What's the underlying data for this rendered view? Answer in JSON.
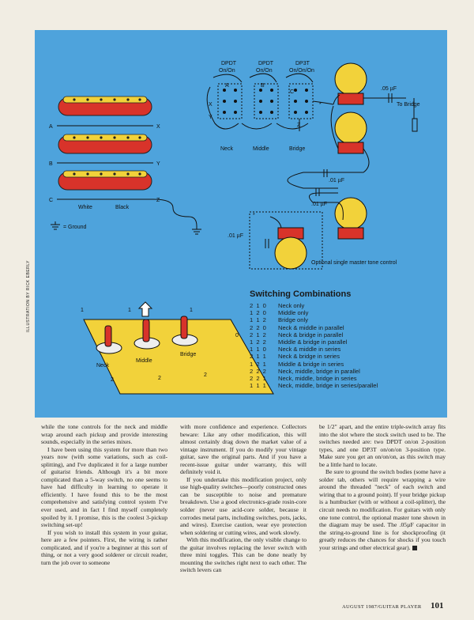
{
  "illustration": {
    "credit": "ILLUSTRATION BY RICK EBERLY",
    "pickup_letters": {
      "left": [
        "A",
        "B",
        "C"
      ],
      "right": [
        "X",
        "Y",
        "Z"
      ]
    },
    "wire_labels": {
      "white": "White",
      "black": "Black"
    },
    "ground_legend": "= Ground",
    "switch_headers": [
      {
        "type": "DPDT",
        "mode": "On/On"
      },
      {
        "type": "DPDT",
        "mode": "On/On"
      },
      {
        "type": "DP3T",
        "mode": "On/On/On"
      }
    ],
    "switch_names": [
      "Neck",
      "Middle",
      "Bridge"
    ],
    "terminal_letters": [
      "A",
      "B",
      "C",
      "X",
      "Y",
      "Z"
    ],
    "capacitors": [
      ".05 µF",
      ".01 µF",
      ".01 µF",
      ".01 µF"
    ],
    "to_bridge": "To Bridge",
    "optional_tone": "Optional single master tone control",
    "asterisk": "*",
    "panel_numbers": [
      "1",
      "1",
      "1",
      "0",
      "2",
      "2",
      "2"
    ],
    "panel_labels": [
      "Neck",
      "Middle",
      "Bridge"
    ]
  },
  "switching_combinations": {
    "title": "Switching Combinations",
    "rows": [
      {
        "code": "2 1 0",
        "desc": "Neck only"
      },
      {
        "code": "1 2 0",
        "desc": "Middle only"
      },
      {
        "code": "1 1 2",
        "desc": "Bridge only"
      },
      {
        "code": "2 2 0",
        "desc": "Neck & middle in parallel"
      },
      {
        "code": "2 1 2",
        "desc": "Neck & bridge in parallel"
      },
      {
        "code": "1 2 2",
        "desc": "Middle & bridge in parallel"
      },
      {
        "code": "1 1 0",
        "desc": "Neck & middle in series"
      },
      {
        "code": "2 1 1",
        "desc": "Neck & bridge in series"
      },
      {
        "code": "1 2 1",
        "desc": "Middle & bridge in series"
      },
      {
        "code": "2 2 2",
        "desc": "Neck, middle, bridge in parallel"
      },
      {
        "code": "2 2 1",
        "desc": "Neck, middle, bridge in series"
      },
      {
        "code": "1 1 1",
        "desc": "Neck, middle, bridge in series/parallel"
      }
    ]
  },
  "article": {
    "col1": [
      "while the tone controls for the neck and middle wrap around each pickup and provide interesting sounds, especially in the series mixes.",
      "I have been using this system for more than two years now (with some variations, such as coil-splitting), and I've duplicated it for a large number of guitarist friends. Although it's a bit more complicated than a 5-way switch, no one seems to have had difficulty in learning to operate it efficiently. I have found this to be the most comprehensive and satisfying control system I've ever used, and in fact I find myself completely spoiled by it. I promise, this is the coolest 3-pickup switching set-up!",
      "If you wish to install this system in your guitar, here are a few pointers. First, the wiring is rather complicated, and if you're a beginner at this sort of thing, or not a very good solderer or circuit reader, turn the job over to someone"
    ],
    "col2": [
      "with more confidence and experience. Collectors beware: Like any other modification, this will almost certainly drag down the market value of a vintage instrument. If you do modify your vintage guitar, save the original parts. And if you have a recent-issue guitar under warranty, this will definitely void it.",
      "If you undertake this modification project, only use high-quality switches—poorly constructed ones can be susceptible to noise and premature breakdown. Use a good electronics-grade rosin-core solder (never use acid-core solder, because it corrodes metal parts, including switches, pots, jacks, and wires). Exercise caution, wear eye protection when soldering or cutting wires, and work slowly.",
      "With this modification, the only visible change to the guitar involves replacing the lever switch with three mini toggles. This can be done neatly by mounting the switches right next to each other. The switch levers can"
    ],
    "col3": [
      "be 1/2\" apart, and the entire triple-switch array fits into the slot where the stock switch used to be. The switches needed are: two DPDT on/on 2-position types, and one DP3T on/on/on 3-position type. Make sure you get an on/on/on, as this switch may be a little hard to locate.",
      "Be sure to ground the switch bodies (some have a solder tab, others will require wrapping a wire around the threaded \"neck\" of each switch and wiring that to a ground point). If your bridge pickup is a humbucker (with or without a coil-splitter), the circuit needs no modification. For guitars with only one tone control, the optional master tone shown in the diagram may be used. The .05µF capacitor in the string-to-ground line is for shockproofing (it greatly reduces the chances for shocks if you touch your strings and other electrical gear)."
    ]
  },
  "footer": {
    "publication": "AUGUST 1987/GUITAR PLAYER",
    "page": "101"
  },
  "colors": {
    "illustration_bg": "#4ea3dc",
    "pickup_red": "#d8332a",
    "pickup_yellow": "#f2d23a",
    "paper": "#f1ede3"
  }
}
